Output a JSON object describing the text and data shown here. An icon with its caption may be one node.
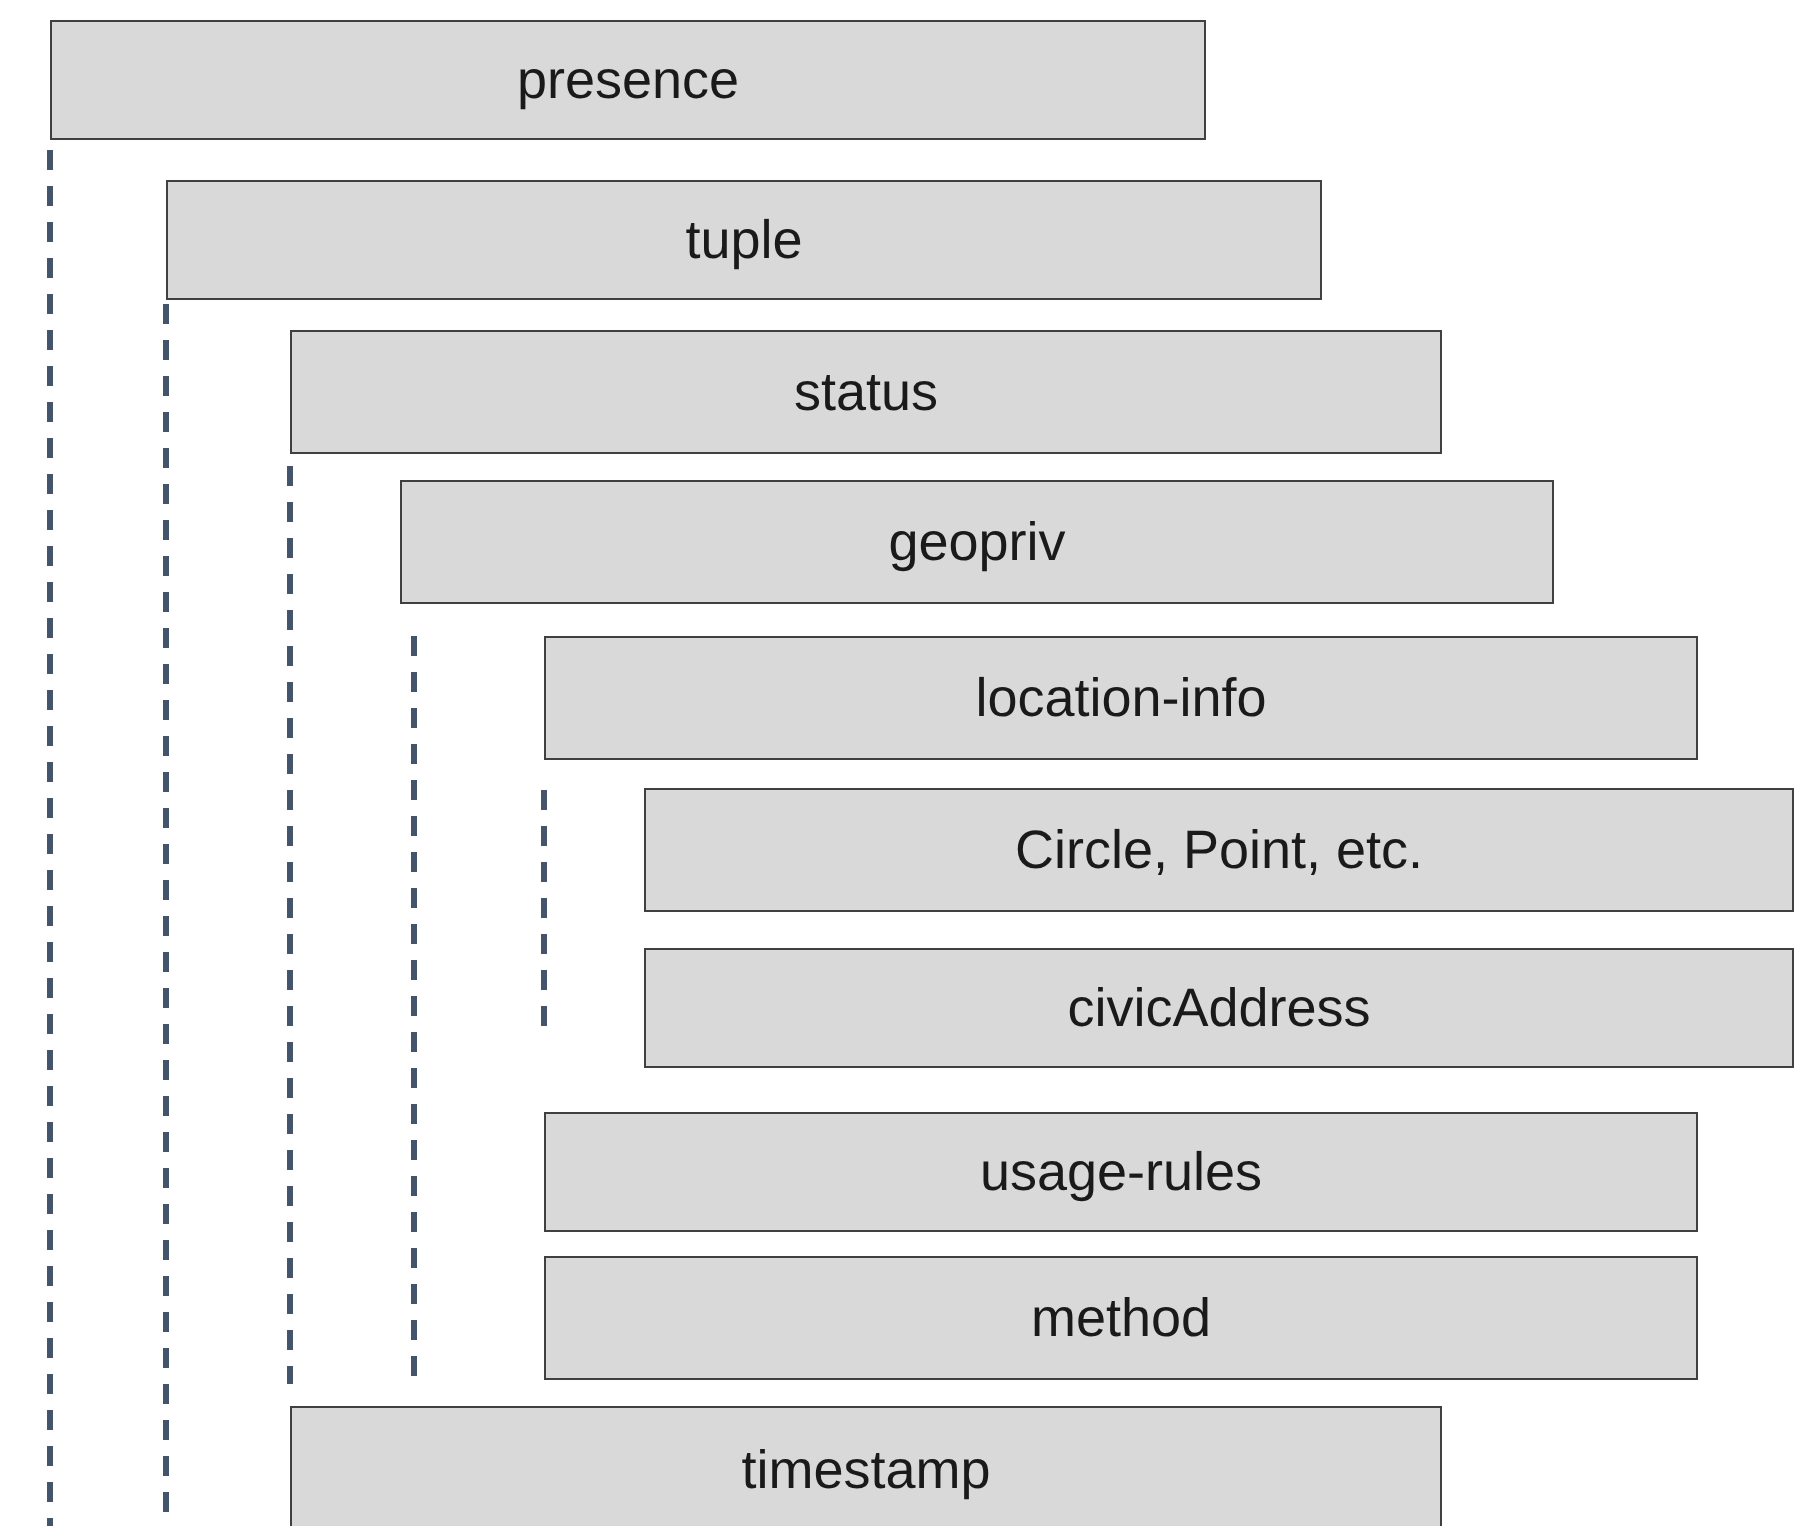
{
  "diagram": {
    "nodes": [
      {
        "text": [
          "presence"
        ]
      },
      {
        "text": [
          "tuple"
        ]
      },
      {
        "text": [
          "status"
        ]
      },
      {
        "text": [
          "geopriv"
        ]
      },
      {
        "text": [
          "location-info"
        ]
      },
      {
        "text": [
          "Circle, Point, etc."
        ]
      },
      {
        "text": [
          "civicAddress"
        ]
      },
      {
        "text": [
          "usage-rules"
        ]
      },
      {
        "text": [
          "method"
        ]
      },
      {
        "text": [
          "timestamp"
        ]
      }
    ]
  }
}
